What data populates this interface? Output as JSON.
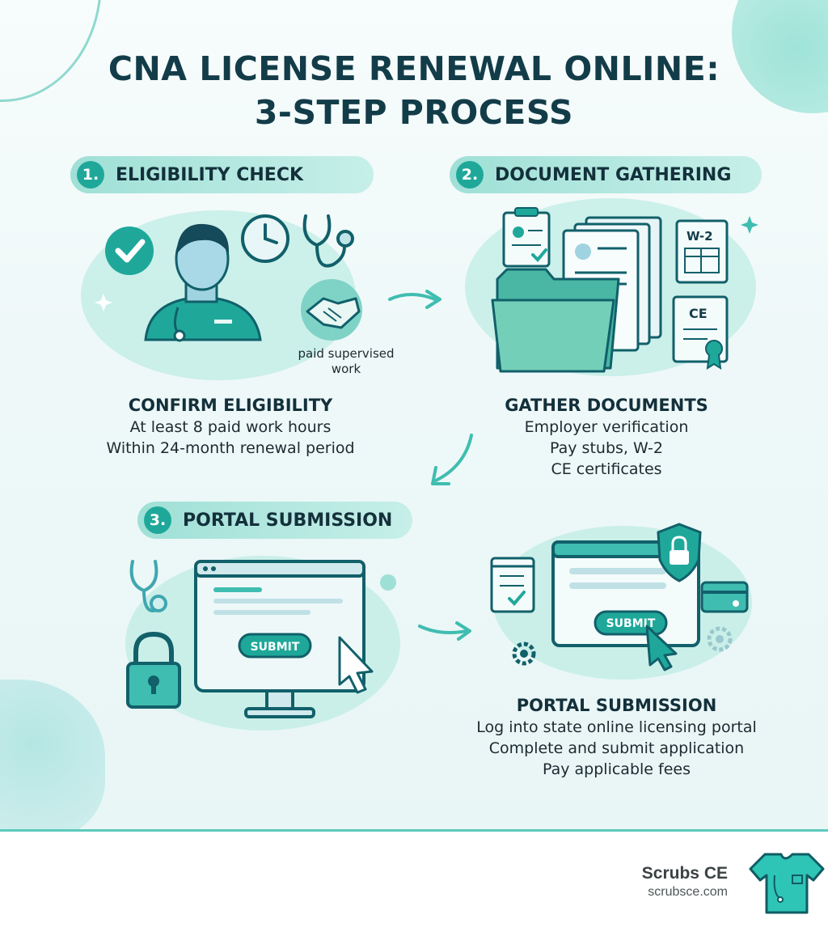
{
  "title_line1": "CNA LICENSE RENEWAL ONLINE:",
  "title_line2": "3-STEP PROCESS",
  "steps": [
    {
      "number": "1.",
      "label": "ELIGIBILITY CHECK"
    },
    {
      "number": "2.",
      "label": "DOCUMENT GATHERING"
    },
    {
      "number": "3.",
      "label": "PORTAL SUBMISSION"
    }
  ],
  "step1": {
    "icon_label": "paid supervised work",
    "heading": "CONFIRM ELIGIBILITY",
    "lines": [
      "At least 8 paid work hours",
      "Within 24-month renewal period"
    ]
  },
  "step2": {
    "doc_w2": "W-2",
    "doc_ce": "CE",
    "heading": "GATHER DOCUMENTS",
    "lines": [
      "Employer verification",
      "Pay stubs, W-2",
      "CE certificates"
    ]
  },
  "step3": {
    "submit_label": "SUBMIT",
    "heading": "PORTAL SUBMISSION",
    "lines": [
      "Log into state online licensing portal",
      "Complete and submit application",
      "Pay applicable fees"
    ]
  },
  "brand": {
    "name": "Scrubs CE",
    "url": "scrubsce.com"
  },
  "colors": {
    "accent": "#1fa89a",
    "dark": "#133c49",
    "pill": "#9fe0d6"
  }
}
